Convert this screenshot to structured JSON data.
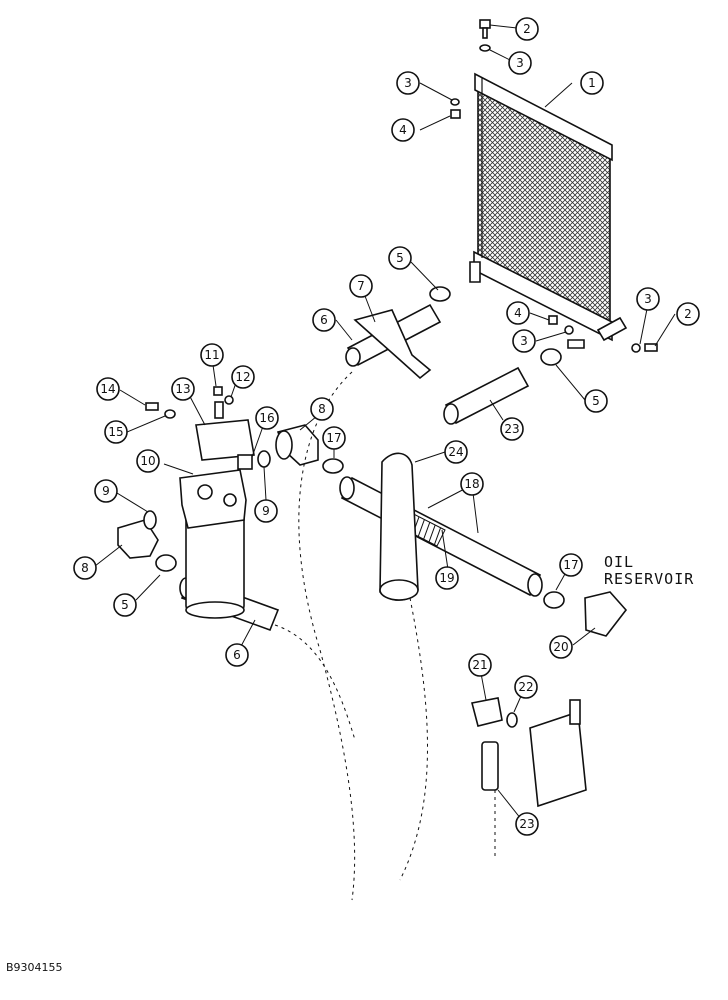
{
  "label": {
    "line1": "OIL",
    "line2": "RESERVOIR"
  },
  "figure_id": "B9304155",
  "callouts": [
    "1",
    "2",
    "3",
    "4",
    "5",
    "6",
    "7",
    "8",
    "9",
    "10",
    "11",
    "12",
    "13",
    "14",
    "15",
    "16",
    "17",
    "18",
    "19",
    "20",
    "21",
    "22",
    "23",
    "24"
  ]
}
